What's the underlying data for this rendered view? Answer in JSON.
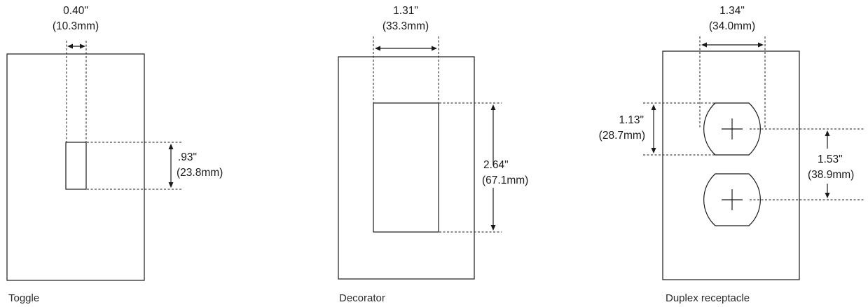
{
  "plates": [
    {
      "caption": "Toggle",
      "width_dim": {
        "inches": "0.40\"",
        "mm": "(10.3mm)"
      },
      "height_dim": {
        "inches": ".93\"",
        "mm": "(23.8mm)"
      }
    },
    {
      "caption": "Decorator",
      "width_dim": {
        "inches": "1.31\"",
        "mm": "(33.3mm)"
      },
      "height_dim": {
        "inches": "2.64\"",
        "mm": "(67.1mm)"
      }
    },
    {
      "caption": "Duplex receptacle",
      "width_dim": {
        "inches": "1.34\"",
        "mm": "(34.0mm)"
      },
      "height_dim": {
        "inches": "1.13\"",
        "mm": "(28.7mm)"
      },
      "spacing_dim": {
        "inches": "1.53\"",
        "mm": "(38.9mm)"
      }
    }
  ]
}
